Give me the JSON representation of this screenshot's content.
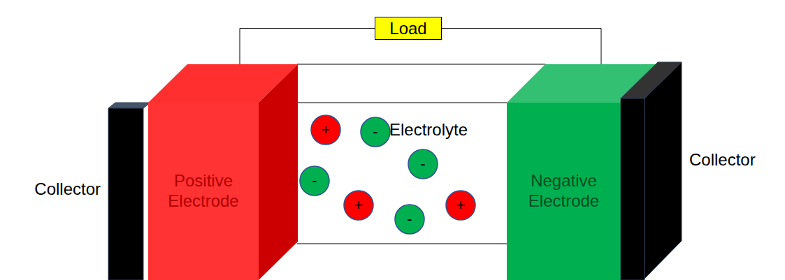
{
  "diagram": {
    "nodes": [
      {
        "text": [
          "Load"
        ]
      },
      {
        "text": [
          "Collector"
        ]
      },
      {
        "text": [
          "Positive Electrode"
        ]
      },
      {
        "text": [
          "+"
        ]
      },
      {
        "text": [
          "-"
        ]
      },
      {
        "text": [
          "-"
        ]
      },
      {
        "text": [
          "-"
        ]
      },
      {
        "text": [
          "+"
        ]
      },
      {
        "text": [
          "+"
        ]
      },
      {
        "text": [
          "-"
        ]
      },
      {
        "text": [
          "Negative Electrode"
        ]
      },
      {
        "text": [
          "Collector"
        ]
      }
    ],
    "edges": [
      {
        "from": 0,
        "to": 2,
        "arrow": "none"
      },
      {
        "from": 0,
        "to": 10,
        "arrow": "none"
      }
    ],
    "labels": [
      "Electrolyte"
    ]
  }
}
